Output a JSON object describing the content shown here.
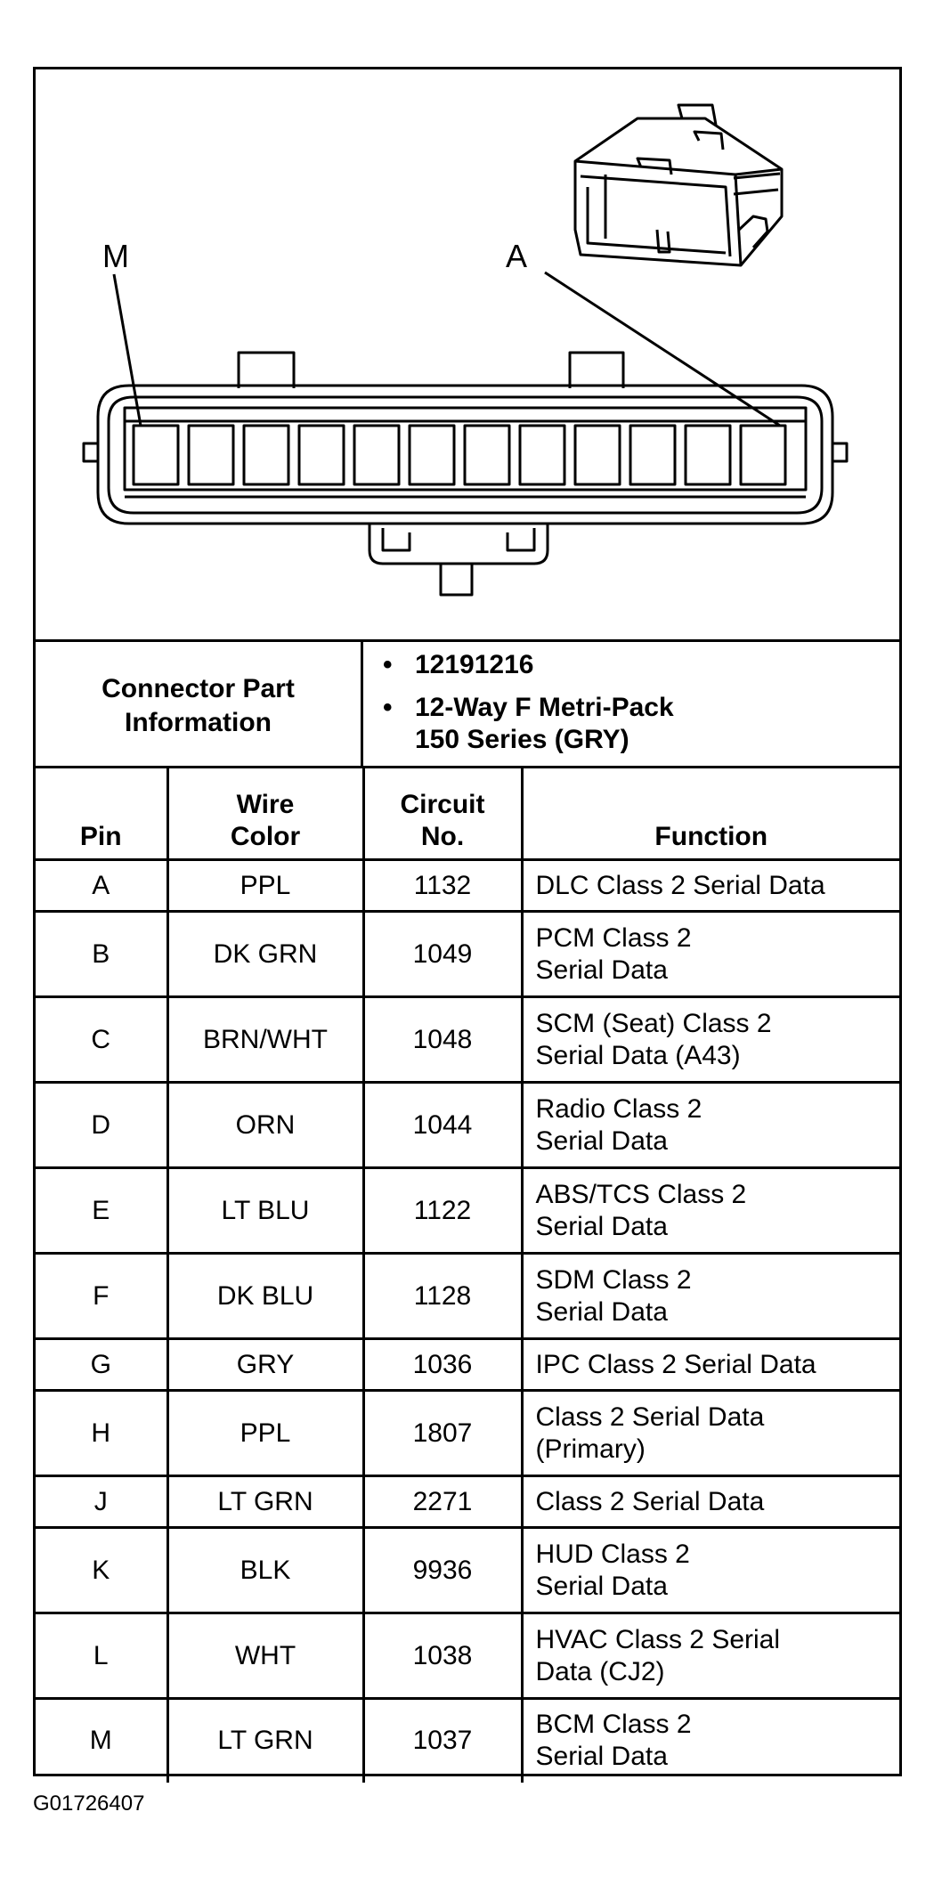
{
  "diagram": {
    "callout_m": "M",
    "callout_a": "A"
  },
  "connector_info": {
    "label": "Connector Part\nInformation",
    "items": [
      "12191216",
      "12-Way F Metri-Pack\n150 Series (GRY)"
    ]
  },
  "table": {
    "headers": {
      "pin": "Pin",
      "wire_color": "Wire\nColor",
      "circuit_no": "Circuit\nNo.",
      "function": "Function"
    },
    "rows": [
      {
        "pin": "A",
        "color": "PPL",
        "circuit": "1132",
        "function": "DLC Class 2 Serial Data"
      },
      {
        "pin": "B",
        "color": "DK GRN",
        "circuit": "1049",
        "function": "PCM Class 2\nSerial Data"
      },
      {
        "pin": "C",
        "color": "BRN/WHT",
        "circuit": "1048",
        "function": "SCM (Seat) Class 2\nSerial Data (A43)"
      },
      {
        "pin": "D",
        "color": "ORN",
        "circuit": "1044",
        "function": "Radio Class 2\nSerial Data"
      },
      {
        "pin": "E",
        "color": "LT BLU",
        "circuit": "1122",
        "function": "ABS/TCS Class 2\nSerial Data"
      },
      {
        "pin": "F",
        "color": "DK BLU",
        "circuit": "1128",
        "function": "SDM Class 2\nSerial Data"
      },
      {
        "pin": "G",
        "color": "GRY",
        "circuit": "1036",
        "function": "IPC Class 2 Serial Data"
      },
      {
        "pin": "H",
        "color": "PPL",
        "circuit": "1807",
        "function": "Class 2 Serial Data\n(Primary)"
      },
      {
        "pin": "J",
        "color": "LT GRN",
        "circuit": "2271",
        "function": "Class 2 Serial Data"
      },
      {
        "pin": "K",
        "color": "BLK",
        "circuit": "9936",
        "function": "HUD Class 2\nSerial Data"
      },
      {
        "pin": "L",
        "color": "WHT",
        "circuit": "1038",
        "function": "HVAC Class 2 Serial\nData (CJ2)"
      },
      {
        "pin": "M",
        "color": "LT GRN",
        "circuit": "1037",
        "function": "BCM Class 2\nSerial Data"
      }
    ]
  },
  "footer": {
    "figure_id": "G01726407"
  }
}
